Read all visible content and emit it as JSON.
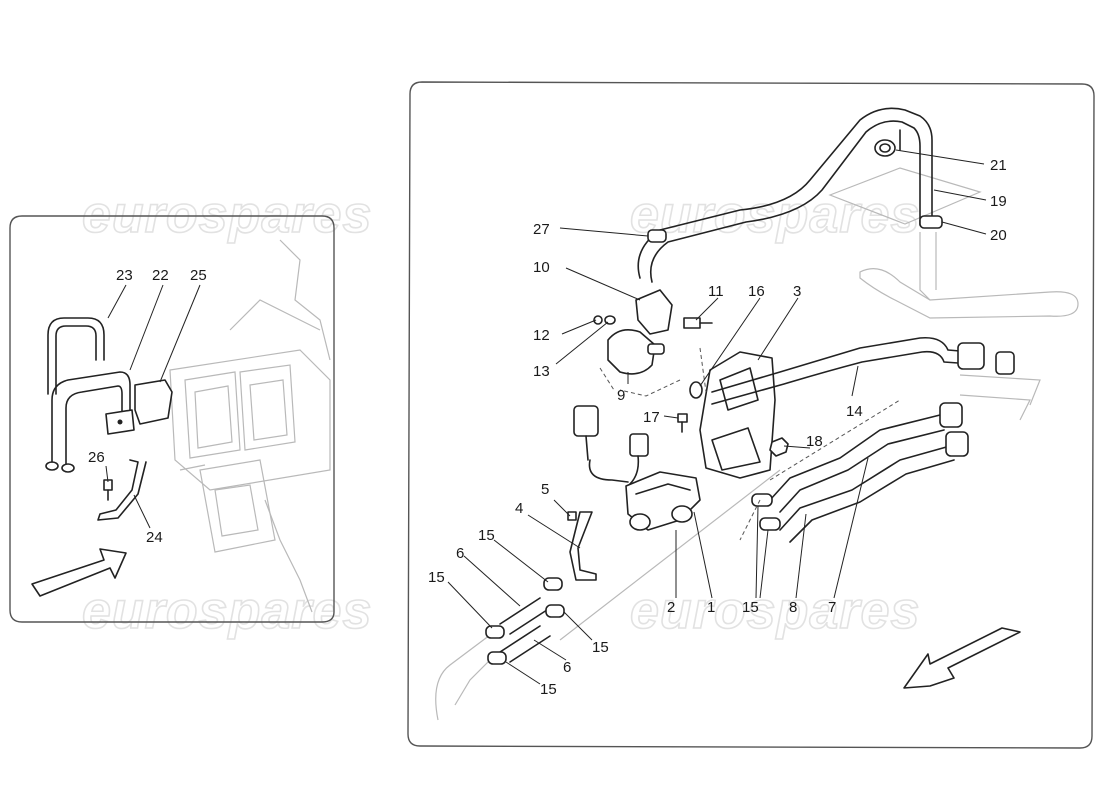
{
  "watermark": {
    "text": "eurospares"
  },
  "inset_panel": {
    "callouts": [
      "23",
      "22",
      "25",
      "26",
      "24"
    ]
  },
  "main_panel": {
    "callouts": [
      "21",
      "19",
      "20",
      "27",
      "10",
      "11",
      "16",
      "3",
      "12",
      "13",
      "9",
      "17",
      "18",
      "14",
      "5",
      "4",
      "15",
      "6",
      "2",
      "1",
      "15",
      "8",
      "7",
      "15",
      "15",
      "6",
      "15"
    ]
  }
}
